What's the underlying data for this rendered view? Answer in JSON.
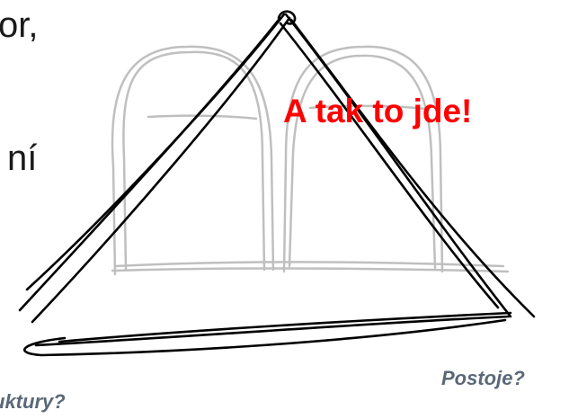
{
  "slide": {
    "text_fragments": [
      "or,",
      "ní"
    ],
    "callout": "A tak to jde!",
    "corner_labels": {
      "left": "uktury?",
      "right": "Postoje?"
    }
  },
  "colors": {
    "callout": "#ff0000",
    "corner_label": "#5b6878",
    "sketch_stroke": "#000000",
    "background_sketch": "#b5b5b5"
  }
}
